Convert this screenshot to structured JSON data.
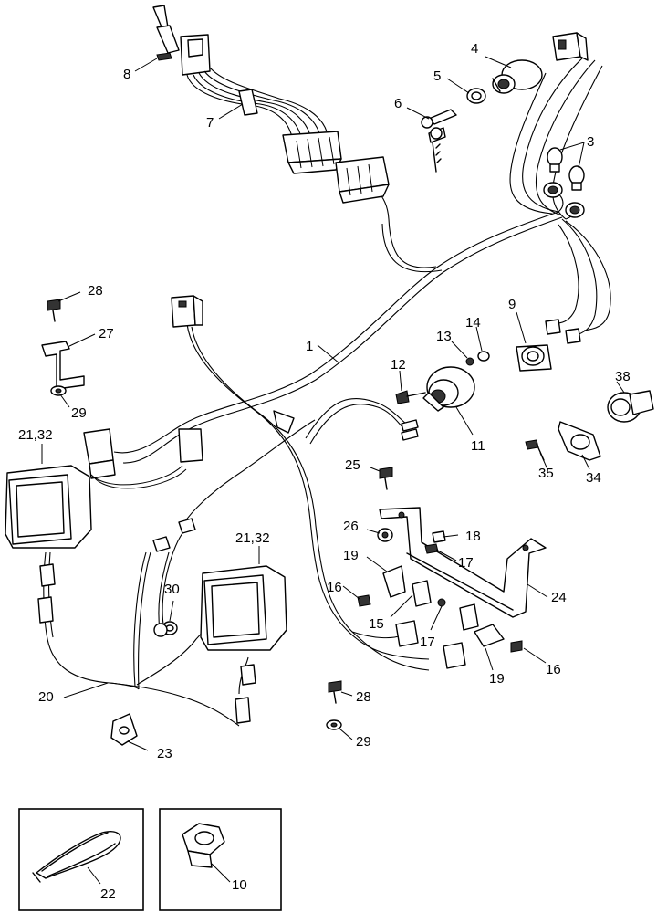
{
  "labels": {
    "l1": "1",
    "l3": "3",
    "l4": "4",
    "l5": "5",
    "l6": "6",
    "l7": "7",
    "l8": "8",
    "l9": "9",
    "l10": "10",
    "l11": "11",
    "l12": "12",
    "l13": "13",
    "l14": "14",
    "l15": "15",
    "l16a": "16",
    "l16b": "16",
    "l17a": "17",
    "l17b": "17",
    "l18": "18",
    "l19a": "19",
    "l19b": "19",
    "l20": "20",
    "l2132a": "21,32",
    "l2132b": "21,32",
    "l22": "22",
    "l23": "23",
    "l24": "24",
    "l25": "25",
    "l26": "26",
    "l27": "27",
    "l28a": "28",
    "l28b": "28",
    "l29a": "29",
    "l29b": "29",
    "l30": "30",
    "l34": "34",
    "l35": "35",
    "l38": "38"
  }
}
